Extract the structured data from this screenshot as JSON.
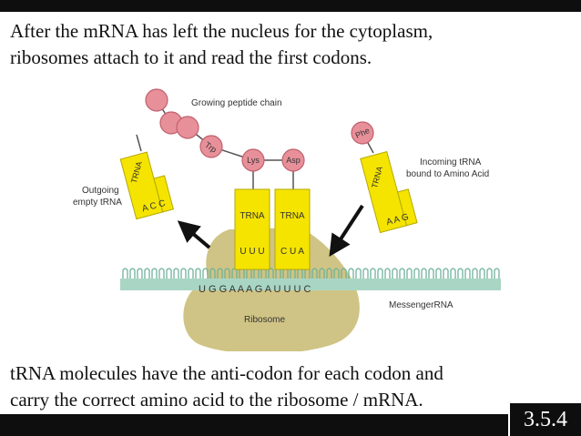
{
  "caption_top": "After the mRNA has left the nucleus for the cytoplasm,\nribosomes attach to it and read the first codons.",
  "caption_bottom": "tRNA molecules have the anti-codon for each codon and\ncarry the correct amino acid to the ribosome / mRNA.",
  "slide_number": "3.5.4",
  "labels": {
    "growing_peptide_chain": "Growing peptide chain",
    "outgoing_line1": "Outgoing",
    "outgoing_line2": "empty tRNA",
    "incoming_line1": "Incoming tRNA",
    "incoming_line2": "bound to Amino Acid",
    "messenger_rna": "MessengerRNA",
    "ribosome": "Ribosome"
  },
  "amino_acids": {
    "trp": "Trp",
    "lys": "Lys",
    "asp": "Asp",
    "phe": "Phe"
  },
  "trna": {
    "outgoing_label": "TRNA",
    "outgoing_codon": "A C C",
    "left_label": "TRNA",
    "left_anticodon": "U U U",
    "right_label": "TRNA",
    "right_anticodon": "C U A",
    "incoming_label": "TRNA",
    "incoming_codon": "A A G"
  },
  "mrna_sequence": "U G G A A A G A U U U C",
  "colors": {
    "trna": "#f5e400",
    "amino_acid": "#e8909a",
    "ribosome": "#cfc485",
    "mrna": "#a9d6c4"
  }
}
